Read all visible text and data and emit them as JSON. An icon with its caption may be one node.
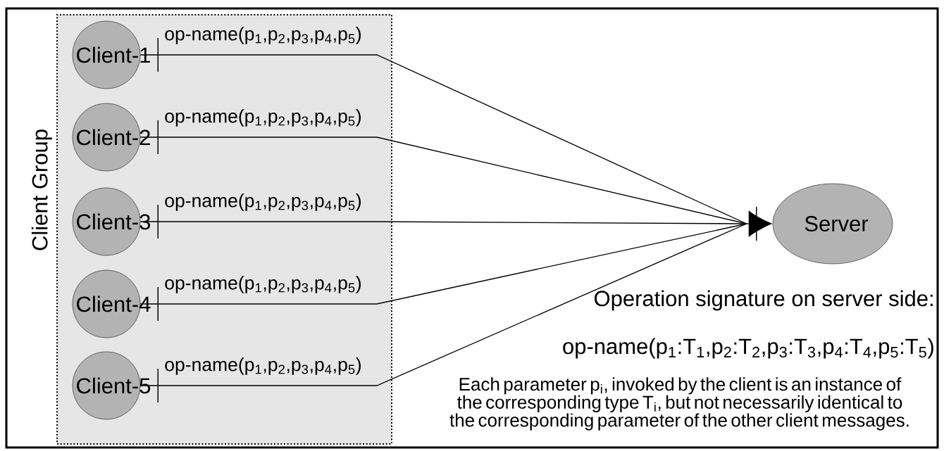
{
  "diagram": {
    "nodes": [
      {
        "text": [
          "Client Group"
        ]
      },
      {
        "text": [
          "Client-1"
        ],
        "in": 0
      },
      {
        "text": [
          "Client-2"
        ],
        "in": 0
      },
      {
        "text": [
          "Client-3"
        ],
        "in": 0
      },
      {
        "text": [
          "Client-4"
        ],
        "in": 0
      },
      {
        "text": [
          "Client-5"
        ],
        "in": 0
      },
      {
        "text": [
          "Server"
        ]
      }
    ],
    "edges": [
      {
        "from": 1,
        "to": 6,
        "arrow": "to",
        "label": "op-name(p$_{1}$,p$_{2}$,p$_{3}$,p$_{4}$,p$_{5}$)"
      },
      {
        "from": 2,
        "to": 6,
        "arrow": "to",
        "label": "op-name(p$_{1}$,p$_{2}$,p$_{3}$,p$_{4}$,p$_{5}$)"
      },
      {
        "from": 3,
        "to": 6,
        "arrow": "to",
        "label": "op-name(p$_{1}$,p$_{2}$,p$_{3}$,p$_{4}$,p$_{5}$)"
      },
      {
        "from": 4,
        "to": 6,
        "arrow": "to",
        "label": "op-name(p$_{1}$,p$_{2}$,p$_{3}$,p$_{4}$,p$_{5}$)"
      },
      {
        "from": 5,
        "to": 6,
        "arrow": "to",
        "label": "op-name(p$_{1}$,p$_{2}$,p$_{3}$,p$_{4}$,p$_{5}$)"
      }
    ],
    "labels": [
      "Operation signature on server side:",
      "op-name(p$_{1}$:T$_{1}$,p$_{2}$:T$_{2}$,p$_{3}$:T$_{3}$,p$_{4}$:T$_{4}$,p$_{5}$:T$_{5}$)",
      "Each parameter p$_{i}$, invoked by the client is an instance of the corresponding type T$_{i}$, but not necessarily identical to the corresponding parameter of the other client messages."
    ]
  }
}
